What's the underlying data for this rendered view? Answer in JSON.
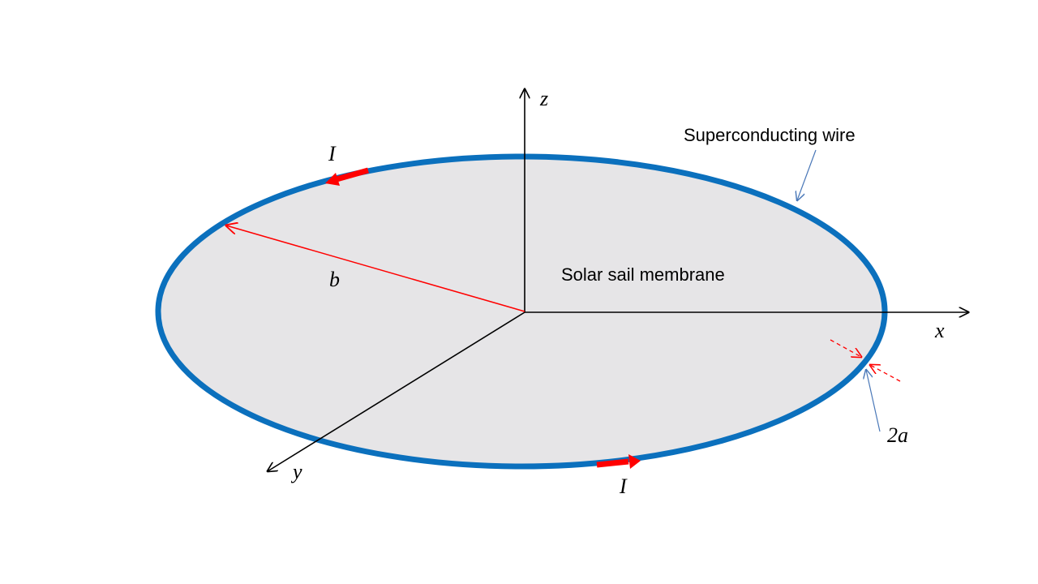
{
  "labels": {
    "axis_z": "z",
    "axis_x": "x",
    "axis_y": "y",
    "current_top": "I",
    "current_bottom": "I",
    "radius": "b",
    "membrane": "Solar sail membrane",
    "wire": "Superconducting wire",
    "wire_thickness": "2a"
  },
  "colors": {
    "membrane_fill": "#e6e5e7",
    "wire": "#0b70bd",
    "current_arrow": "#ff0000",
    "radius_line": "#ff0000",
    "axes": "#000000",
    "callout": "#4a78b8",
    "text": "#000000"
  }
}
